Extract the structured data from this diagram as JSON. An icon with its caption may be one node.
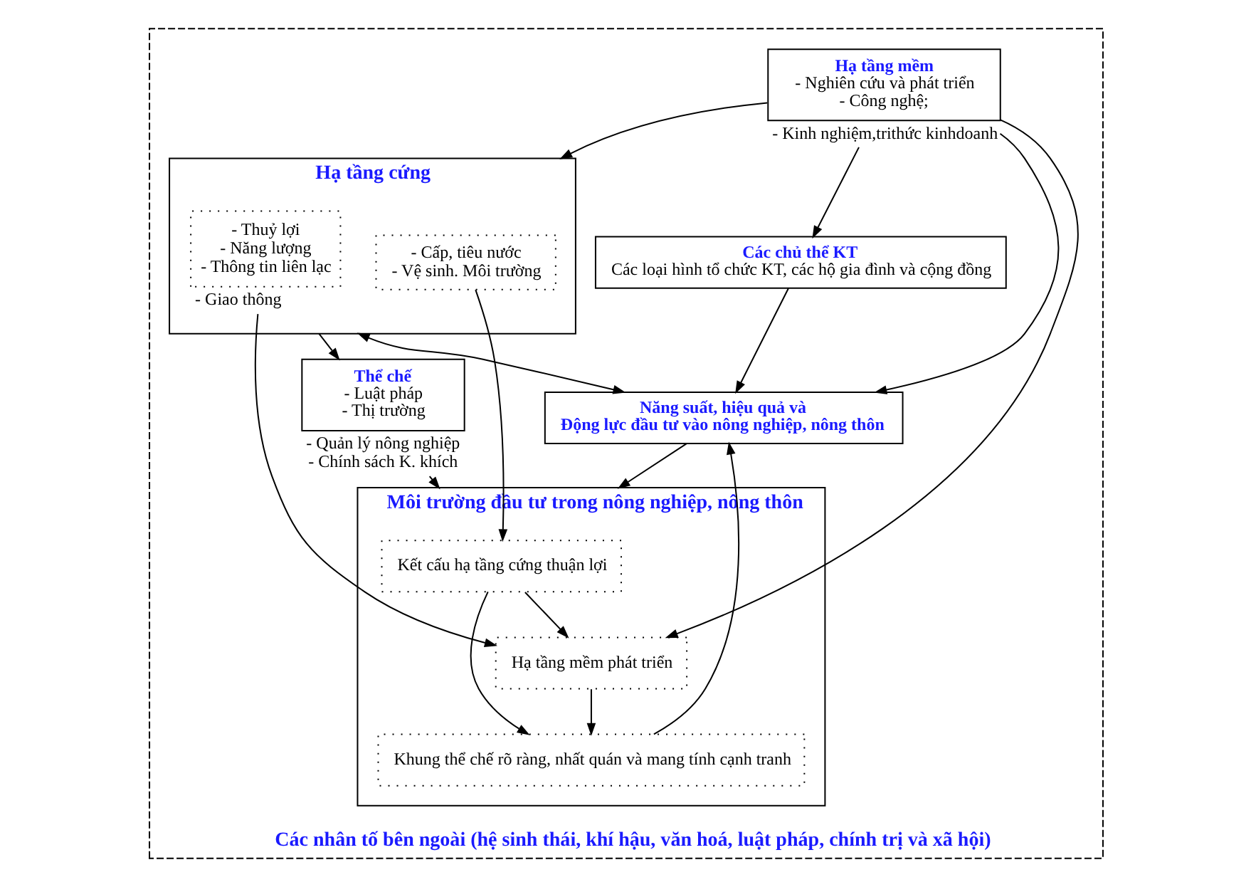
{
  "diagram": {
    "nodes": [
      {
        "text": [
          "Các nhân tố bên ngoài (hệ sinh thái, khí hậu, văn hoá, luật pháp, chính trị và xã hội)"
        ]
      },
      {
        "text": [
          "Hạ tầng cứng"
        ],
        "in": 0
      },
      {
        "text": [
          "- Cấp, tiêu nước",
          "- Vệ sinh. Môi trường"
        ],
        "in": 1
      },
      {
        "text": [
          "- Thuỷ lợi",
          "- Năng lượng",
          "- Thông tin liên lạc"
        ],
        "in": 1,
        "beside": [
          "- Giao thông"
        ]
      },
      {
        "text": [
          "Hạ tầng mềm",
          "- Nghiên cứu và phát triển",
          "- Công nghệ;"
        ],
        "in": 0,
        "beside": [
          "- Kinh nghiệm,trithức kinhdoanh"
        ]
      },
      {
        "text": [
          "Thể chế",
          "- Luật pháp",
          "- Thị trường"
        ],
        "in": 0,
        "beside": [
          "- Quản lý nông nghiệp",
          "- Chính sách K. khích"
        ]
      },
      {
        "text": [
          "Các chủ thể KT",
          "Các loại hình tổ chức KT, các hộ gia đình và cộng đồng"
        ],
        "in": 0
      },
      {
        "text": [
          "Môi trường đầu tư trong nông nghiệp, nông thôn"
        ],
        "in": 0
      },
      {
        "text": [
          "Kết cấu hạ tầng cứng thuận lợi"
        ],
        "in": 7
      },
      {
        "text": [
          "Hạ tầng mềm phát triển"
        ],
        "in": 7
      },
      {
        "text": [
          "Khung thể chế rõ ràng, nhất quán và mang tính cạnh tranh"
        ],
        "in": 7
      },
      {
        "text": [
          "Năng suất, hiệu quả và",
          "Động lực đầu tư vào nông nghiệp, nông thôn"
        ],
        "in": 0
      }
    ],
    "edges": [
      {
        "from": 4,
        "to": 1,
        "arrow": "to"
      },
      {
        "from": 11,
        "to": 1,
        "arrow": "both"
      },
      {
        "from": 1,
        "to": 5,
        "arrow": "to"
      },
      {
        "from": 4,
        "to": 6,
        "arrow": "to"
      },
      {
        "from": 4,
        "to": 11,
        "arrow": "to"
      },
      {
        "from": 6,
        "to": 11,
        "arrow": "to"
      },
      {
        "from": 2,
        "to": 8,
        "arrow": "to"
      },
      {
        "from": 3,
        "to": 9,
        "arrow": "to"
      },
      {
        "from": 4,
        "to": 9,
        "arrow": "to"
      },
      {
        "from": 5,
        "to": 7,
        "arrow": "to"
      },
      {
        "from": 8,
        "to": 9,
        "arrow": "to"
      },
      {
        "from": 8,
        "to": 10,
        "arrow": "to"
      },
      {
        "from": 9,
        "to": 10,
        "arrow": "to"
      },
      {
        "from": 10,
        "to": 11,
        "arrow": "to"
      },
      {
        "from": 11,
        "to": 7,
        "arrow": "to"
      }
    ]
  }
}
